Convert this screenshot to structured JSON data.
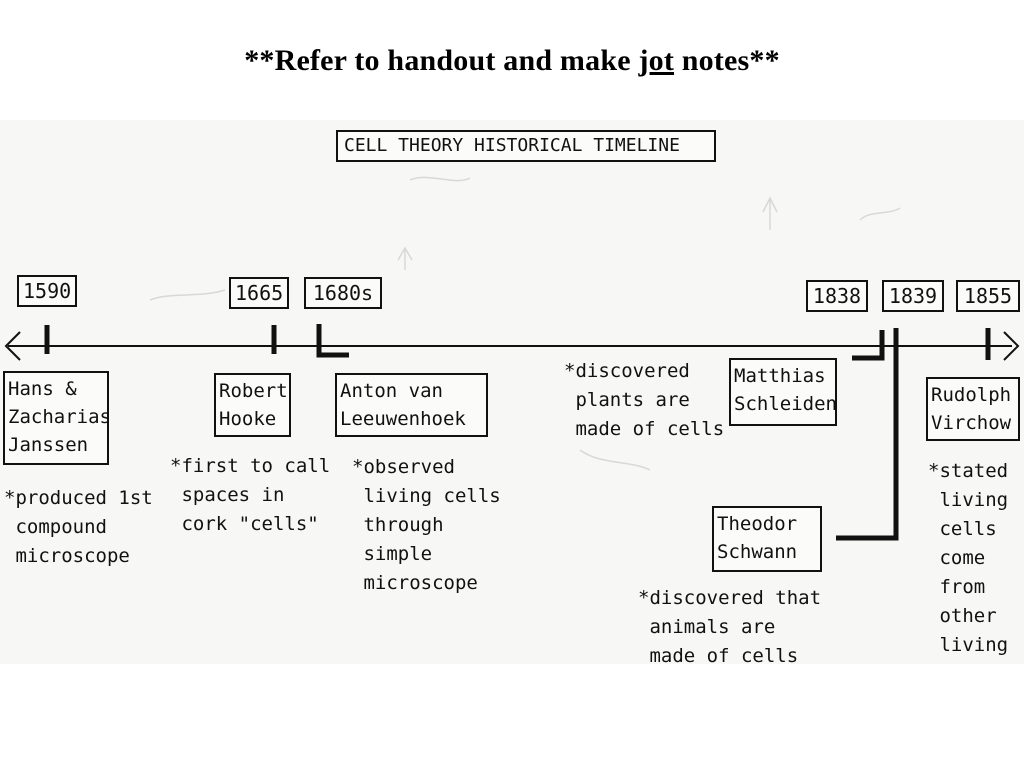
{
  "slide": {
    "heading_pre": "**Refer to handout and make ",
    "heading_underlined": "jot",
    "heading_post": " notes**"
  },
  "timeline": {
    "title": "CELL THEORY HISTORICAL TIMELINE",
    "years": [
      "1590",
      "1665",
      "1680s",
      "1838",
      "1839",
      "1855"
    ],
    "entries": [
      {
        "name": "Hans &\nZacharias\nJanssen",
        "note": "*produced 1st\n compound\n microscope"
      },
      {
        "name": "Robert\nHooke",
        "note": "*first to call\n spaces in\n cork \"cells\""
      },
      {
        "name": "Anton van\nLeeuwenhoek",
        "note": "*observed\n living cells\n through\n simple\n microscope"
      },
      {
        "name": "Matthias\nSchleiden",
        "note": "*discovered\n plants are\n made of cells"
      },
      {
        "name": "Theodor\nSchwann",
        "note": "*discovered that\n animals are\n made of cells"
      },
      {
        "name": "Rudolph\nVirchow",
        "note": "*stated\n living\n cells\n come\n from\n other\n living"
      }
    ]
  }
}
